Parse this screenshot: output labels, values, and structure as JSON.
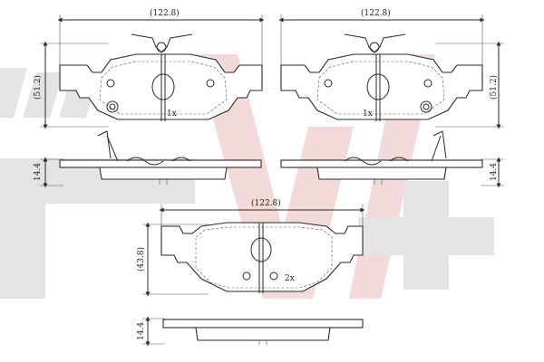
{
  "dimensions": {
    "top_left_width": "(122.8)",
    "top_left_height": "(51.2)",
    "top_left_thickness": "14.4",
    "top_right_width": "(122.8)",
    "top_right_height": "(51.2)",
    "top_right_thickness": "14.4",
    "bottom_width": "(122.8)",
    "bottom_height": "(43.8)",
    "bottom_thickness": "14.4"
  },
  "quantities": {
    "top_left": "1x",
    "top_right": "1x",
    "bottom": "2x"
  },
  "colors": {
    "watermark_gray": "#e4e4e4",
    "watermark_red": "#f3d9d9",
    "line": "#2a2a2a"
  }
}
